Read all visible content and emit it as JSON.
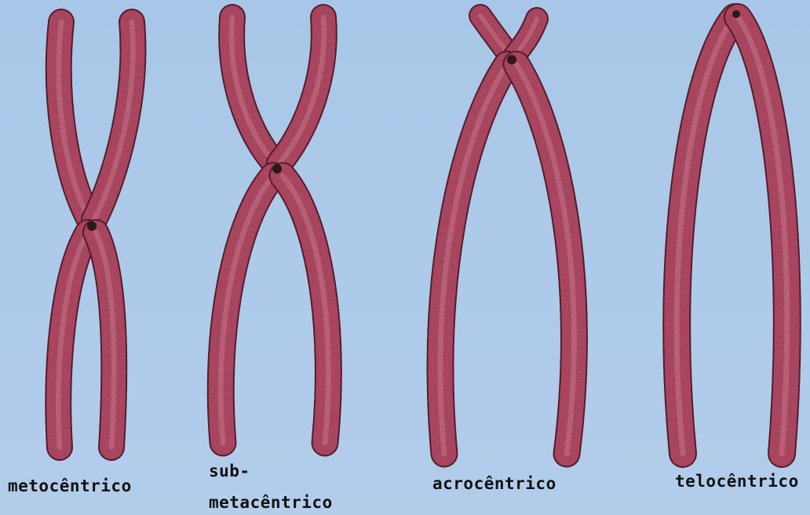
{
  "background_color": "#a8c7e8",
  "chromosome_color": "#b34a66",
  "chromosome_outline_color": "#5a1f30",
  "centromere_color": "#2a1a18",
  "labels": {
    "metacentric": "metocêntrico",
    "submetacentric_line1": "sub-",
    "submetacentric_line2": "metacêntrico",
    "acrocentric": "acrocêntrico",
    "telocentric": "telocêntrico"
  }
}
